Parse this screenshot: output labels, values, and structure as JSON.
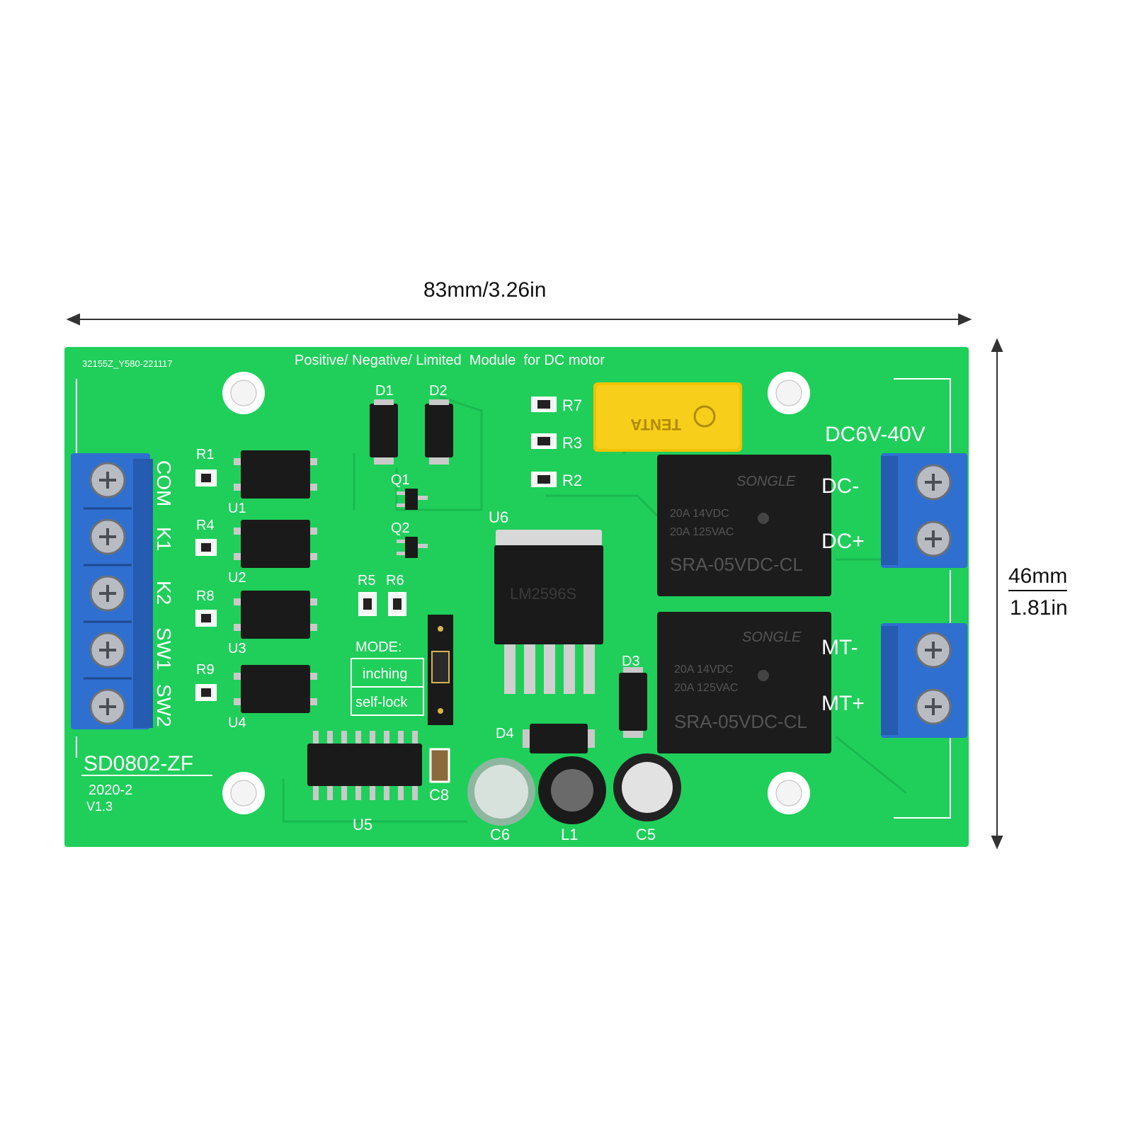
{
  "dimensions": {
    "width_label": "83mm/3.26in",
    "height_mm": "46mm",
    "height_in": "1.81in"
  },
  "board": {
    "title": "Positive/ Negative/ Limited  Module  for DC motor",
    "serial": "32155Z_Y580-221117",
    "model": "SD0802-ZF",
    "date": "2020-2",
    "version": "V1.3",
    "voltage": "DC6V-40V",
    "colors": {
      "pcb": "#1fcf5a",
      "terminal": "#2f6fd0",
      "relay": "#1c1c1c",
      "fuse": "#f2c200"
    }
  },
  "left_terminals": [
    "COM",
    "K1",
    "K2",
    "SW1",
    "SW2"
  ],
  "right_terminals": [
    "DC-",
    "DC+",
    "MT-",
    "MT+"
  ],
  "labels": {
    "r1": "R1",
    "r4": "R4",
    "r8": "R8",
    "r9": "R9",
    "r7": "R7",
    "r3": "R3",
    "r2": "R2",
    "r5": "R5",
    "r6": "R6",
    "u1": "U1",
    "u2": "U2",
    "u3": "U3",
    "u4": "U4",
    "u5": "U5",
    "u6": "U6",
    "d1": "D1",
    "d2": "D2",
    "d3": "D3",
    "d4": "D4",
    "q1": "Q1",
    "q2": "Q2",
    "c5": "C5",
    "c6": "C6",
    "c8": "C8",
    "l1": "L1"
  },
  "mode": {
    "title": "MODE:",
    "option1": "inching",
    "option2": "self-lock"
  },
  "relays": [
    {
      "brand": "SONGLE",
      "rating1": "20A 14VDC",
      "rating2": "20A 125VAC",
      "model": "SRA-05VDC-CL"
    },
    {
      "brand": "SONGLE",
      "rating1": "20A 14VDC",
      "rating2": "20A 125VAC",
      "model": "SRA-05VDC-CL"
    }
  ],
  "fuse_text": "TENTA",
  "regulator_text": "LM2596S"
}
